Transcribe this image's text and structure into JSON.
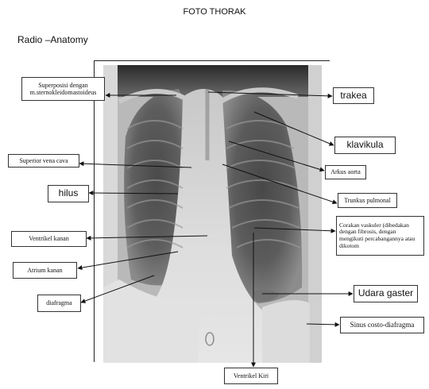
{
  "title": "FOTO THORAK",
  "subtitle": "Radio –Anatomy",
  "labels": {
    "superposisi": "Superposisi dengan m.sternokleidomastoideus",
    "trakea": "trakea",
    "klavikula": "klavikula",
    "superior_vena_cava": "Superior vena cava",
    "arkus_aorta": "Arkus aorta",
    "hilus": "hilus",
    "trunkus_pulmonal": "Trunkus pulmonal",
    "ventrikel_kanan": "Ventrikel kanan",
    "corakan_vaskuler": "Corakan vaskuler (dibedakan dengan fibrosis, dengan mengikuti percabangannya atau dikotom",
    "atrium_kanan": "Atrium kanan",
    "diafragma": "diafragma",
    "udara_gaster": "Udara gaster",
    "sinus_costo_diafragma": "Sinus costo-diafragma",
    "ventrikel_kiri": "Ventrikel Kiri"
  }
}
